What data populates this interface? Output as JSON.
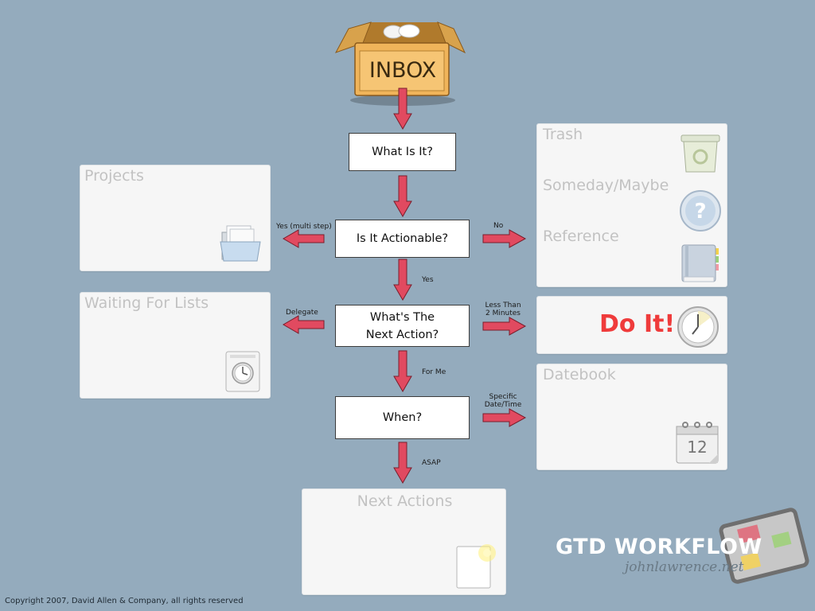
{
  "inbox": {
    "label": "INBOX",
    "icon": "cardboard-box-icon"
  },
  "nodes": {
    "what_is_it": "What Is It?",
    "actionable": "Is It Actionable?",
    "next_action_1": "What's The",
    "next_action_2": "Next Action?",
    "when": "When?"
  },
  "edge_labels": {
    "yes_multi": "Yes (multi step)",
    "no": "No",
    "yes": "Yes",
    "delegate": "Delegate",
    "less_than_1": "Less Than",
    "less_than_2": "2 Minutes",
    "for_me": "For Me",
    "specific_1": "Specific",
    "specific_2": "Date/Time",
    "asap": "ASAP"
  },
  "panels": {
    "projects": {
      "title": "Projects",
      "icon": "folder-icon"
    },
    "waiting": {
      "title": "Waiting For Lists",
      "icon": "clock-document-icon"
    },
    "trash": {
      "title": "Trash",
      "icon": "trash-bin-icon"
    },
    "someday": {
      "title": "Someday/Maybe",
      "icon": "question-icon"
    },
    "reference": {
      "title": "Reference",
      "icon": "book-icon"
    },
    "doit": {
      "title": "Do It!",
      "icon": "clock-icon"
    },
    "datebook": {
      "title": "Datebook",
      "icon": "calendar-icon",
      "date": "12"
    },
    "next_actions": {
      "title": "Next Actions",
      "icon": "blank-page-icon"
    }
  },
  "footer": {
    "copyright": "Copyright 2007, David Allen & Company, all rights reserved",
    "brand_title": "GTD WORKFLOW",
    "brand_subtitle": "johnlawrence.net"
  },
  "colors": {
    "background": "#94abbd",
    "arrow_fill": "#e14a60",
    "arrow_stroke": "#7a1d2b",
    "doit": "#ef3b3b"
  }
}
